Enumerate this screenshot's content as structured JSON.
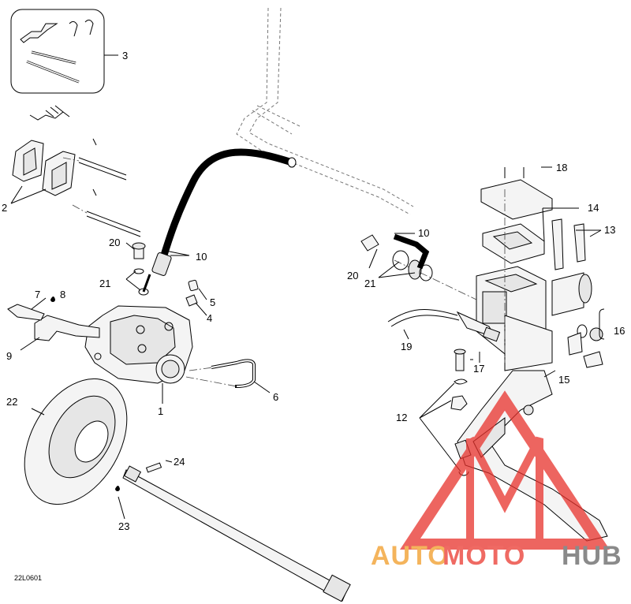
{
  "diagram": {
    "code": "22L0601",
    "callouts": [
      "1",
      "2",
      "3",
      "4",
      "5",
      "6",
      "7",
      "8",
      "9",
      "10",
      "10",
      "12",
      "13",
      "14",
      "15",
      "16",
      "17",
      "18",
      "19",
      "20",
      "20",
      "21",
      "21",
      "22",
      "23",
      "24"
    ]
  },
  "watermark": {
    "part1": "AUTO",
    "part2": "MOTO",
    "part3": "HUB",
    "colors": {
      "auto": "#f4b45c",
      "moto": "#ef6a63",
      "hub": "#8a8a8a",
      "triangle": "#e8322c"
    }
  }
}
